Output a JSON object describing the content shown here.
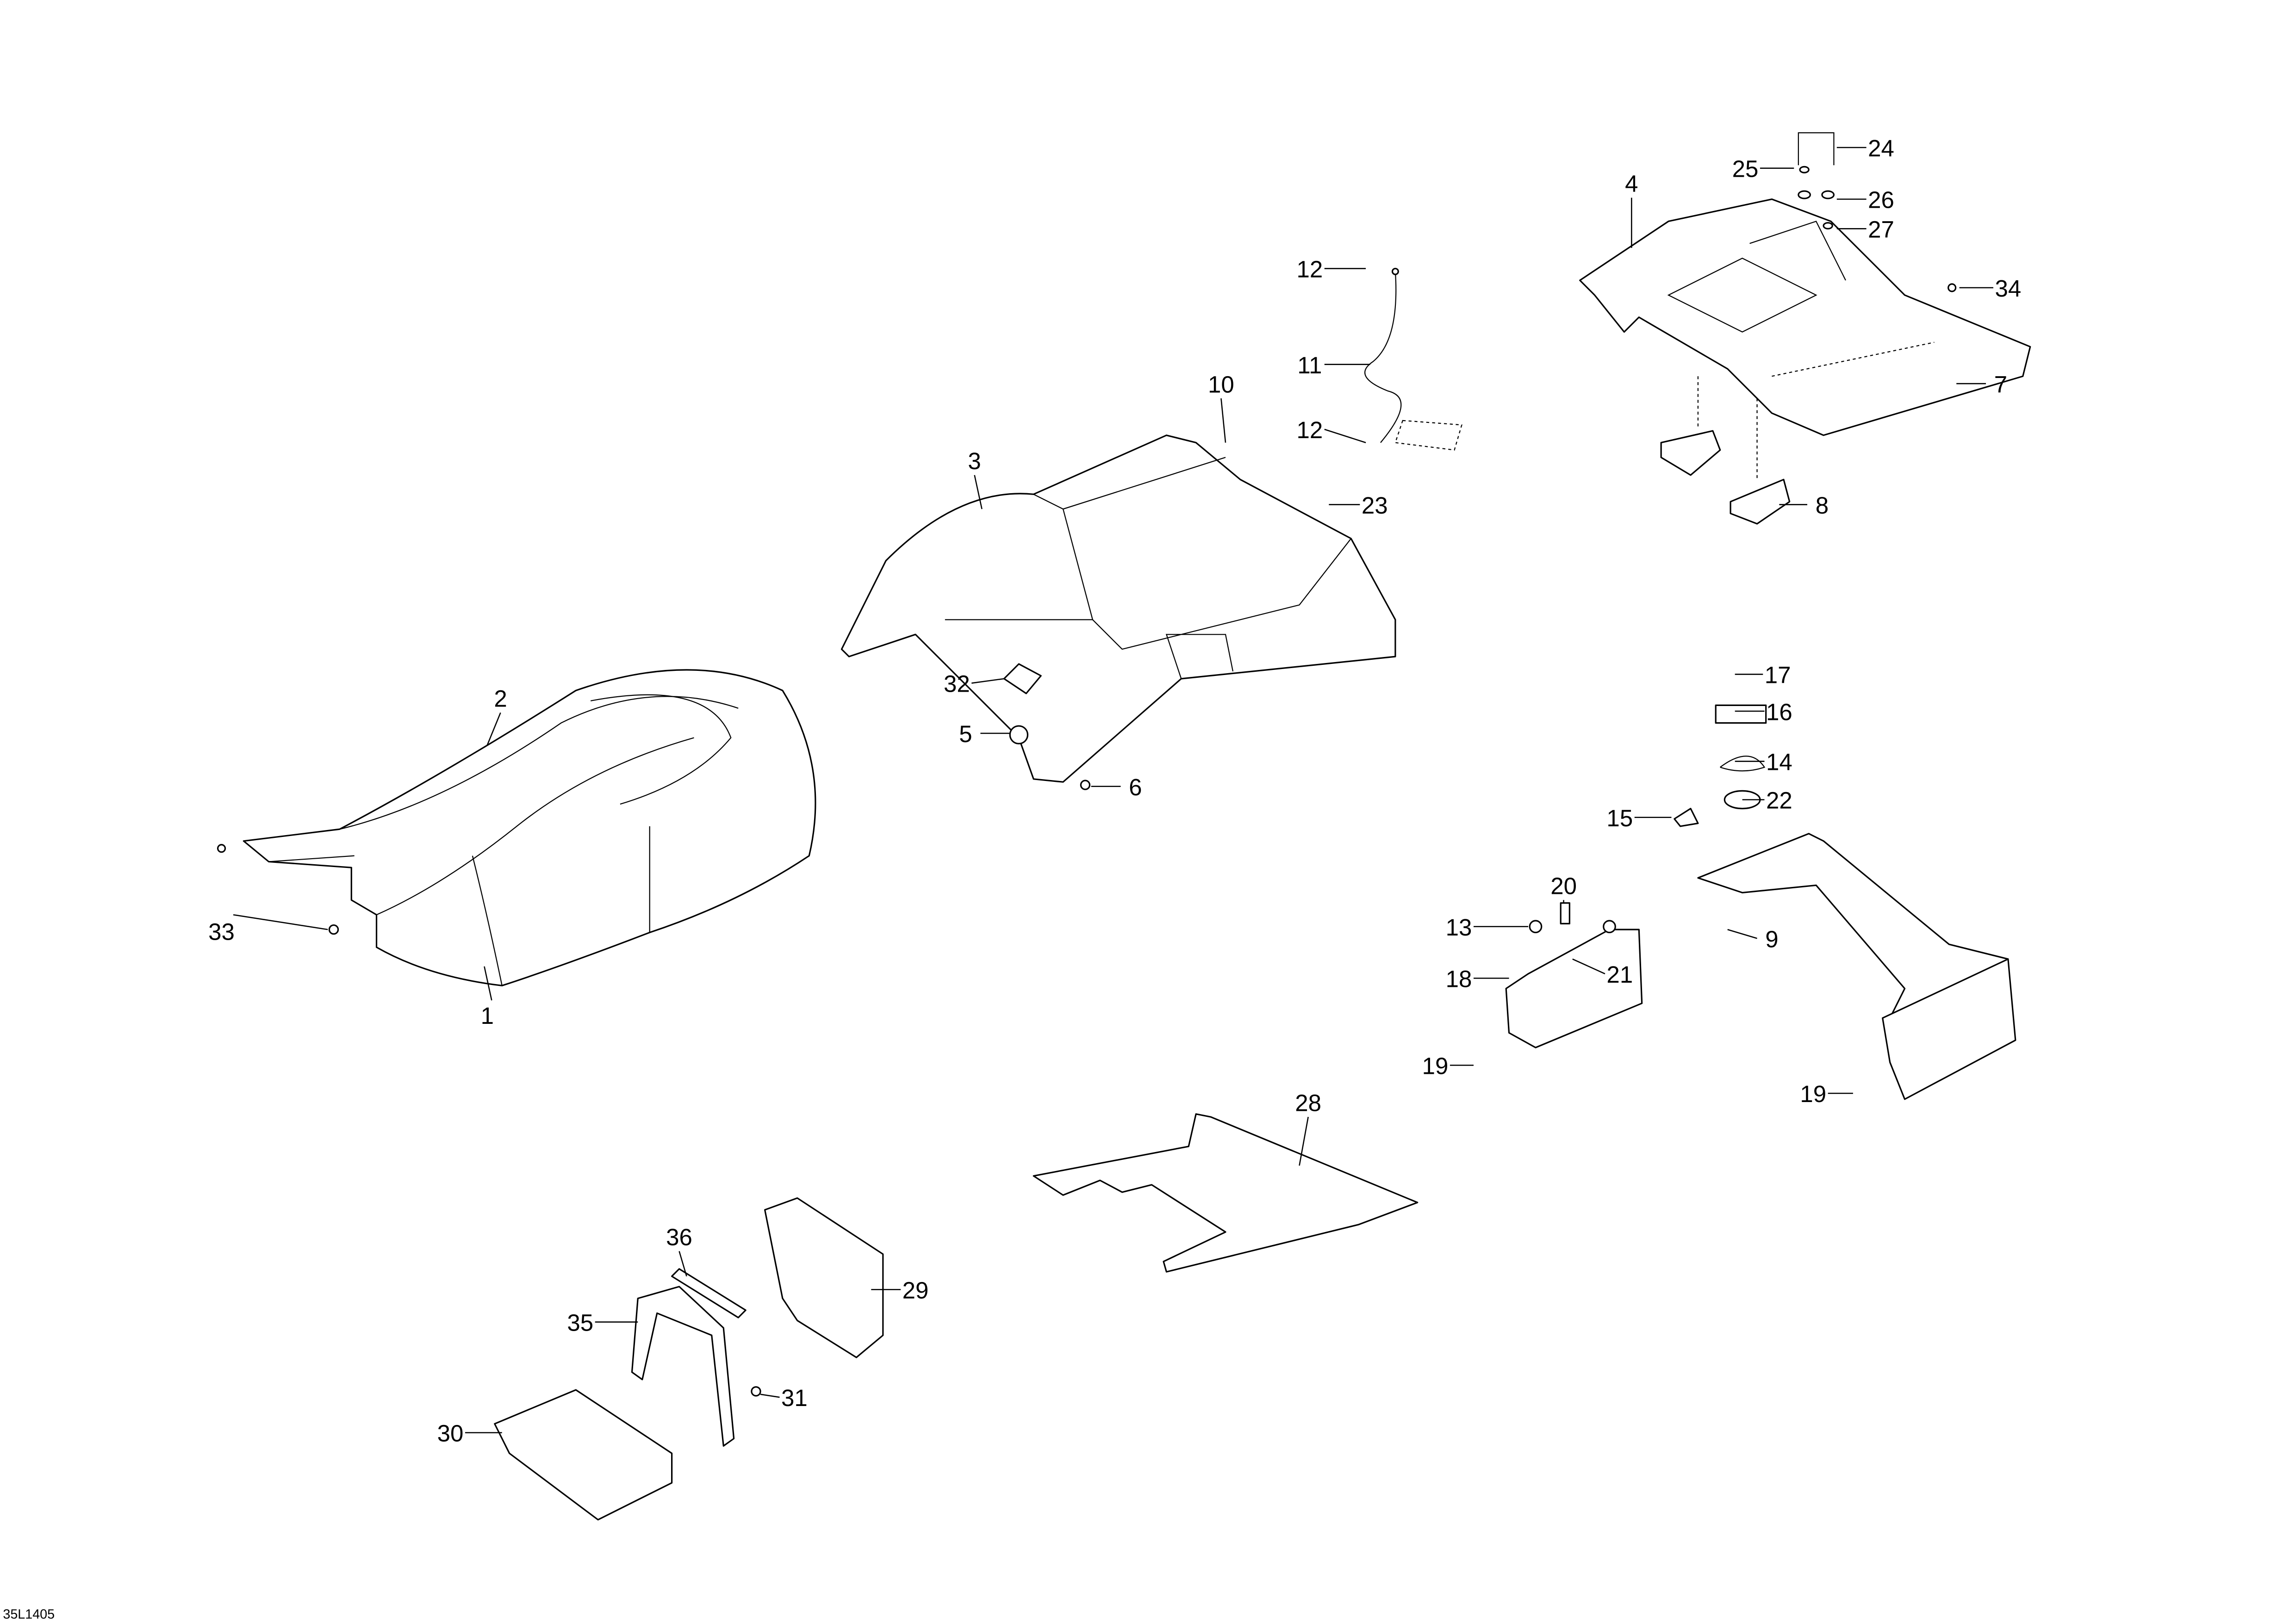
{
  "diagram": {
    "callouts": [
      "1",
      "2",
      "3",
      "4",
      "5",
      "6",
      "7",
      "8",
      "9",
      "10",
      "11",
      "12",
      "12",
      "13",
      "14",
      "15",
      "16",
      "17",
      "18",
      "19",
      "19",
      "20",
      "21",
      "22",
      "23",
      "24",
      "25",
      "26",
      "27",
      "28",
      "29",
      "30",
      "31",
      "32",
      "33",
      "34",
      "35",
      "36"
    ],
    "drawing_code": "35L1405"
  }
}
